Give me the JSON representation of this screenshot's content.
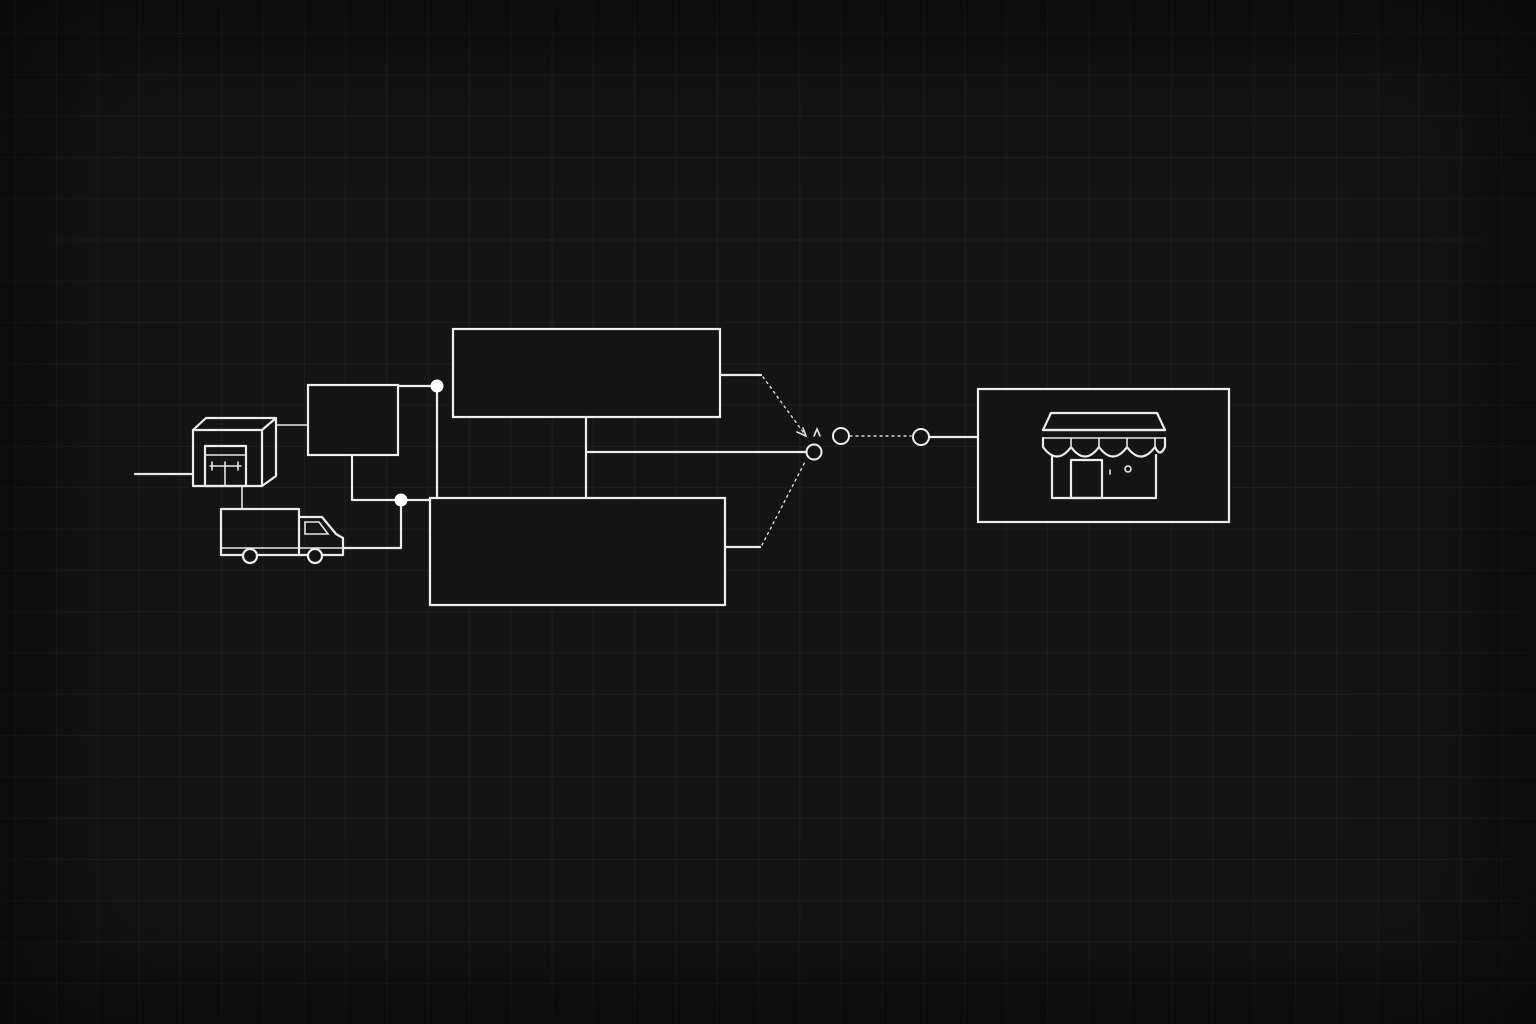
{
  "diagram": {
    "nodes": [
      {
        "id": "warehouse",
        "icon": "warehouse-icon"
      },
      {
        "id": "delivery-truck",
        "icon": "truck-icon"
      },
      {
        "id": "small-box"
      },
      {
        "id": "top-box"
      },
      {
        "id": "bottom-box"
      },
      {
        "id": "storefront",
        "icon": "storefront-icon"
      }
    ],
    "colors": {
      "background": "#141414",
      "line": "#ececec"
    }
  }
}
